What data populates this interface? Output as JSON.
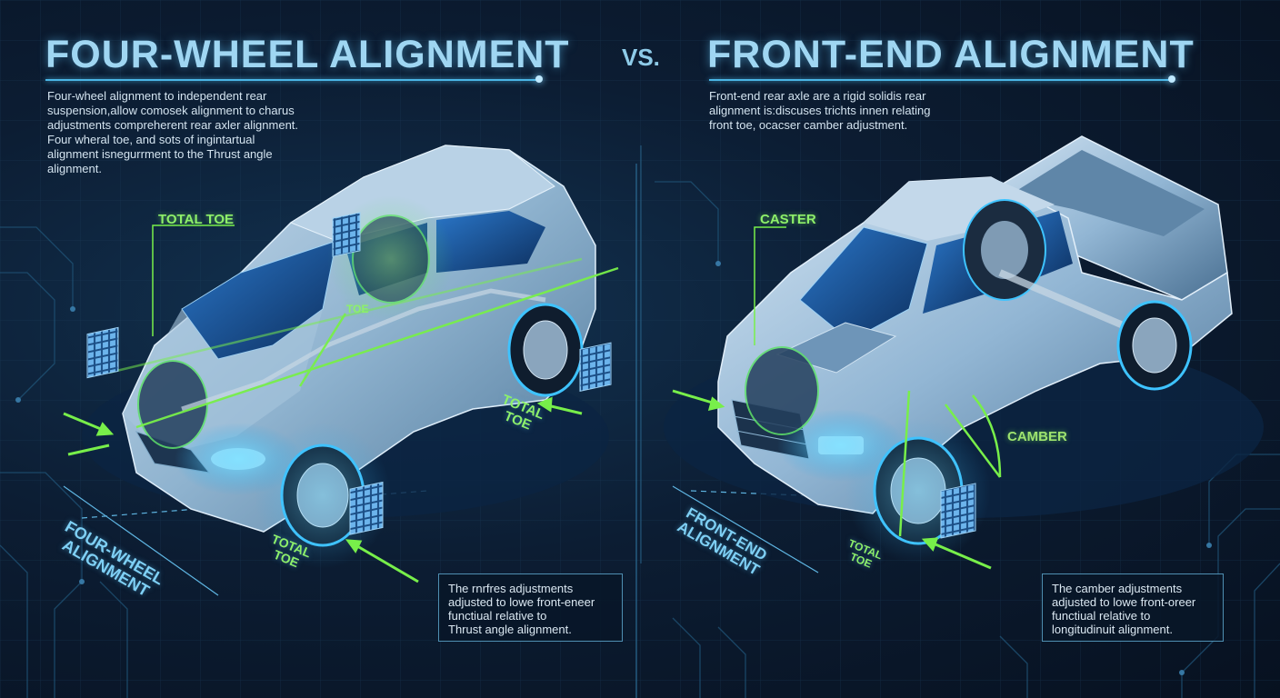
{
  "title_left": "FOUR-WHEEL ALIGNMENT",
  "vs": "VS.",
  "title_right": "FRONT-END ALIGNMENT",
  "desc_left": "Four-wheel alignment to independent rear\nsuspension,allow comosek alignment to charus\nadjustments compreherent rear axler alignment.\nFour wheral toe, and sots of ingintartual\nalignment isnegurrment to the Thrust angle\nalignment.",
  "desc_right": "Front-end rear axle are a rigid solidis rear\nalignment is:discuses trichts innen relating\nfront toe, ocacser camber adjustment.",
  "labels_left": {
    "total_toe_top": "TOTAL TOE",
    "toe": "TOE",
    "total_toe_right": "TOTAL\nTOE",
    "total_toe_bottom": "TOTAL\nTOE",
    "four_wheel": "FOUR-WHEEL\nALIGNMENT"
  },
  "labels_right": {
    "caster": "CASTER",
    "camber": "CAMBER",
    "total_toe": "TOTAL\nTOE",
    "front_end": "FRONT-END\nALIGNMENT"
  },
  "note_left": "The rnrfres adjustments\nadjusted to lowe front-eneer\nfunctiual relative to\nThrust angle alignment.",
  "note_right": "The camber adjustments\nadjusted to lowe front-oreer\nfunctiual relative to\nlongitudinuit alignment.",
  "colors": {
    "background": "#0b1626",
    "title": "#9fd6f2",
    "accent_blue": "#4ab6e6",
    "accent_green": "#8ef06a",
    "car_body": "#8fb3cf",
    "truck_body": "#92b6d4"
  }
}
